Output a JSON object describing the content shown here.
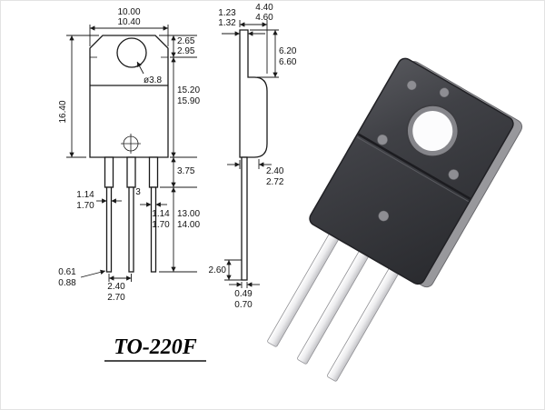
{
  "page": {
    "label": "TO-220F"
  },
  "front_view": {
    "top_width_min": "10.00",
    "top_width_max": "10.40",
    "step_min": "2.65",
    "step_max": "2.95",
    "hole_diameter": "ø3.8",
    "total_height": "16.40",
    "body_height_min": "15.20",
    "body_height_max": "15.90",
    "shoulder_length": "3.75",
    "lead_width_left_min": "1.14",
    "lead_width_left_max": "1.70",
    "lead_count_label": "3",
    "lead_width_right_min": "1.14",
    "lead_width_right_max": "1.70",
    "lead_length_min": "13.00",
    "lead_length_max": "14.00",
    "lead_thickness_min": "0.61",
    "lead_thickness_max": "0.88",
    "lead_pitch_min": "2.40",
    "lead_pitch_max": "2.70"
  },
  "side_view": {
    "tab_thickness_min": "1.23",
    "tab_thickness_max": "1.32",
    "body_depth_min": "4.40",
    "body_depth_max": "4.60",
    "upper_height_min": "6.20",
    "upper_height_max": "6.60",
    "body_bottom_min": "2.40",
    "body_bottom_max": "2.72",
    "lead_tip_offset": "2.60",
    "lead_thickness_min": "0.49",
    "lead_thickness_max": "0.70"
  },
  "colors": {
    "line": "#1a1a1a",
    "package_body": "#3c3d41",
    "package_side": "#98989c",
    "lead_light": "#f2f2f4",
    "lead_dark": "#c7c7cb"
  }
}
